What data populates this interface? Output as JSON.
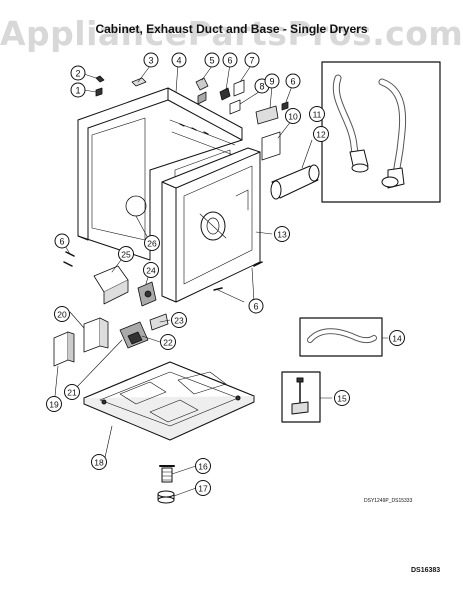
{
  "watermark": "AppliancePartsPros.com",
  "title": "Cabinet, Exhaust Duct and Base - Single Dryers",
  "doc_code": "DSY1249P_DS15333",
  "diagram_id": "DS16383",
  "callouts": [
    {
      "id": "c1",
      "label": "1"
    },
    {
      "id": "c2",
      "label": "2"
    },
    {
      "id": "c3",
      "label": "3"
    },
    {
      "id": "c4",
      "label": "4"
    },
    {
      "id": "c5",
      "label": "5"
    },
    {
      "id": "c6a",
      "label": "6"
    },
    {
      "id": "c7",
      "label": "7"
    },
    {
      "id": "c8",
      "label": "8"
    },
    {
      "id": "c9",
      "label": "9"
    },
    {
      "id": "c6b",
      "label": "6"
    },
    {
      "id": "c10",
      "label": "10"
    },
    {
      "id": "c11",
      "label": "11"
    },
    {
      "id": "c12",
      "label": "12"
    },
    {
      "id": "c6c",
      "label": "6"
    },
    {
      "id": "c13",
      "label": "13"
    },
    {
      "id": "c6d",
      "label": "6"
    },
    {
      "id": "c14",
      "label": "14"
    },
    {
      "id": "c15",
      "label": "15"
    },
    {
      "id": "c16",
      "label": "16"
    },
    {
      "id": "c17",
      "label": "17"
    },
    {
      "id": "c18",
      "label": "18"
    },
    {
      "id": "c19",
      "label": "19"
    },
    {
      "id": "c20",
      "label": "20"
    },
    {
      "id": "c21",
      "label": "21"
    },
    {
      "id": "c22",
      "label": "22"
    },
    {
      "id": "c23",
      "label": "23"
    },
    {
      "id": "c24",
      "label": "24"
    },
    {
      "id": "c25",
      "label": "25"
    },
    {
      "id": "c26",
      "label": "26"
    }
  ]
}
